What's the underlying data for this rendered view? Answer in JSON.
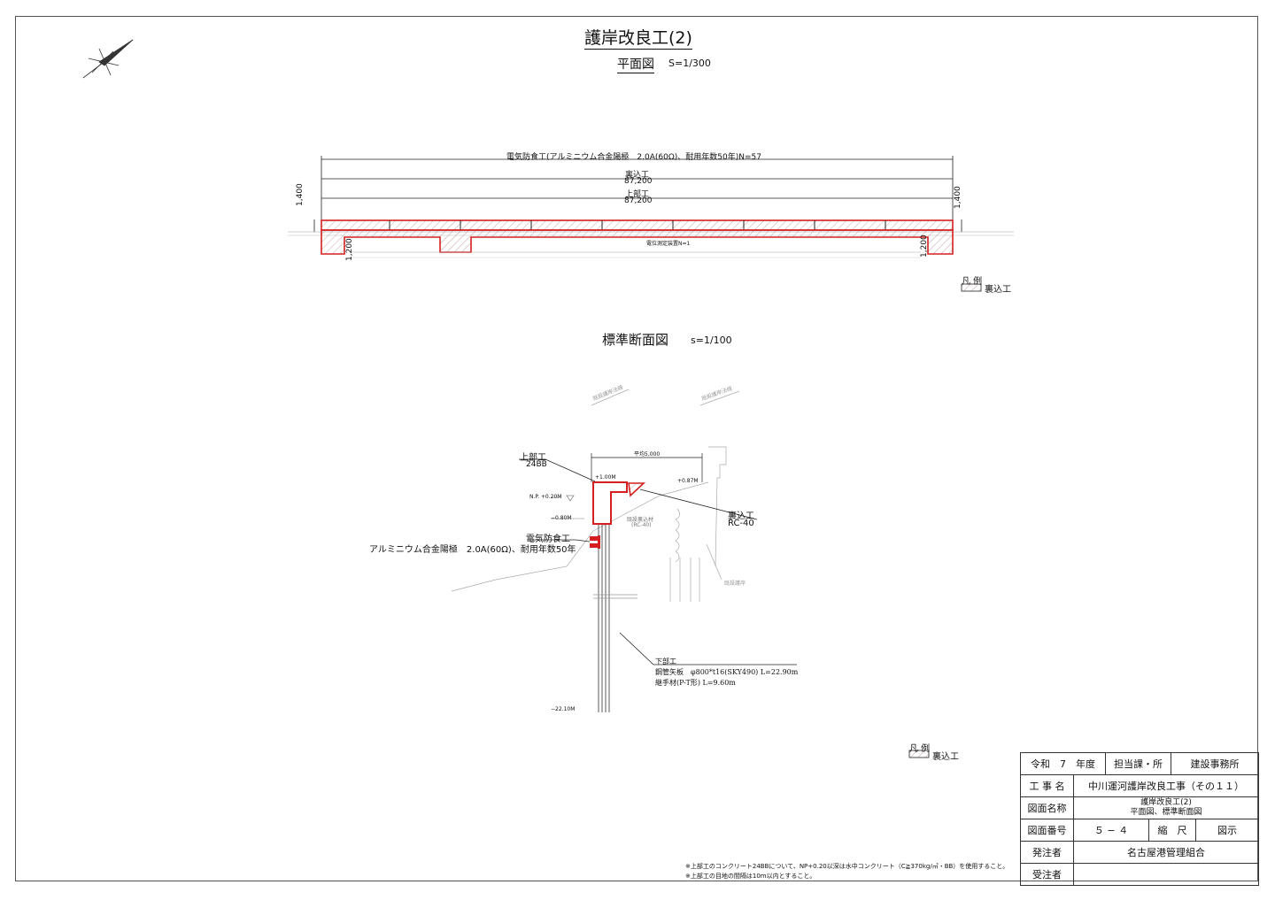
{
  "title": "護岸改良工(2)",
  "plan": {
    "heading": "平面図",
    "scale": "S=1/300",
    "dim_protect": "電気防食工(アルミニウム合金陽極　2.0A(60Ω)、耐用年数50年)N=57",
    "dim_back_label": "裏込工",
    "dim_back_value": "87,200",
    "dim_top_label": "上部工",
    "dim_top_value": "87,200",
    "dim_left": "1,400",
    "dim_right": "1,400",
    "dim_left_low": "1,200",
    "dim_right_low": "1,200",
    "potential_device": "電位測定装置N=1",
    "legend_head": "凡 例",
    "legend_item": "裏込工"
  },
  "section": {
    "heading": "標準断面図",
    "scale": "s=1/100",
    "existing_line_1": "既設護岸法線",
    "existing_line_2": "既設護岸法線",
    "width_label": "平均5,000",
    "top_label": "上部工",
    "top_spec": "24BB",
    "lvl_top": "+1.00M",
    "lvl_right": "+0.87M",
    "lvl_np": "N.P. +0.20M",
    "lvl_minus": "−0.80M",
    "back_label": "裏込工",
    "back_spec": "RC-40",
    "existing_back": "既設裏込材",
    "existing_back_spec": "(RC-40)",
    "protect_label": "電気防食工",
    "protect_spec": "アルミニウム合金陽極　2.0A(60Ω)、耐用年数50年",
    "existing_wall": "既設護岸",
    "lower_label": "下部工",
    "lower_spec1": "鋼管矢板　φ800*t16(SKY490) L=22.90m",
    "lower_spec2": "継手材(P-T形) L=9.60m",
    "lvl_bottom": "−22.10M",
    "legend_head": "凡 例",
    "legend_item": "裏込工"
  },
  "notes": [
    "※上部工のコンクリート24BBについて、NP+0.20以深は水中コンクリート（C≧370kg/㎥・BB）を使用すること。",
    "※上部工の目地の間隔は10m以内とすること。"
  ],
  "titleblock": {
    "year": "令和　7　年度",
    "dept_label": "担当課・所",
    "dept": "建設事務所",
    "project_label": "工 事 名",
    "project": "中川運河護岸改良工事（その１１）",
    "drawing_label": "図面名称",
    "drawing_1": "護岸改良工(2)",
    "drawing_2": "平面図、標準断面図",
    "number_label": "図面番号",
    "number": "５ − ４",
    "scale_label": "縮　尺",
    "scale": "図示",
    "client_label": "発注者",
    "client": "名古屋港管理組合",
    "contractor_label": "受注者",
    "contractor": ""
  },
  "colors": {
    "accent": "#d42020",
    "line": "#222222",
    "faint": "#9a9a9a"
  }
}
